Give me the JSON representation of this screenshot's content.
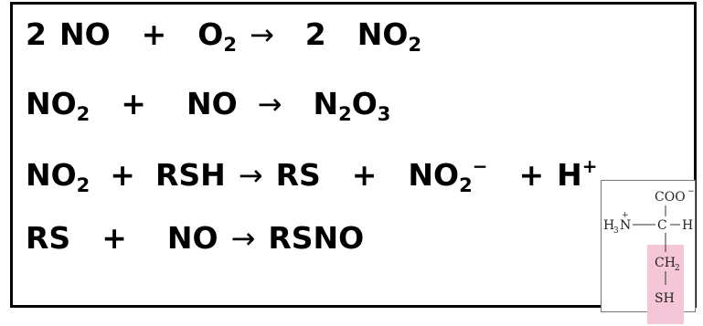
{
  "reactions": [
    {
      "reactant1_coef": "2",
      "reactant1": "NO",
      "plus1": "+",
      "reactant2": "O",
      "reactant2_sub": "2",
      "arrow": "→",
      "product1_coef": "2",
      "product1": "NO",
      "product1_sub": "2"
    },
    {
      "reactant1": "NO",
      "reactant1_sub": "2",
      "plus1": "+",
      "reactant2": "NO",
      "arrow": "→",
      "product1_a": "N",
      "product1_a_sub": "2",
      "product1_b": "O",
      "product1_b_sub": "3"
    },
    {
      "reactant1": "NO",
      "reactant1_sub": "2",
      "plus1": "+",
      "reactant2": "RSH",
      "arrow": "→",
      "product1": "RS",
      "plus2": "+",
      "product2": "NO",
      "product2_sub": "2",
      "product2_sup": "−",
      "plus3": "+",
      "product3": "H",
      "product3_sup": "+"
    },
    {
      "reactant1": "RS",
      "plus1": "+",
      "reactant2": "NO",
      "arrow": "→",
      "product1": "RSNO"
    }
  ],
  "cysteine": {
    "carboxylate": "COO",
    "carboxylate_charge": "−",
    "amine": "H",
    "amine_sub": "3",
    "amine_n": "N",
    "amine_charge": "+",
    "alpha_carbon": "C",
    "alpha_h": "H",
    "ch2": "CH",
    "ch2_sub": "2",
    "thiol": "SH",
    "side_chain_highlight": "#f4c6d7"
  }
}
